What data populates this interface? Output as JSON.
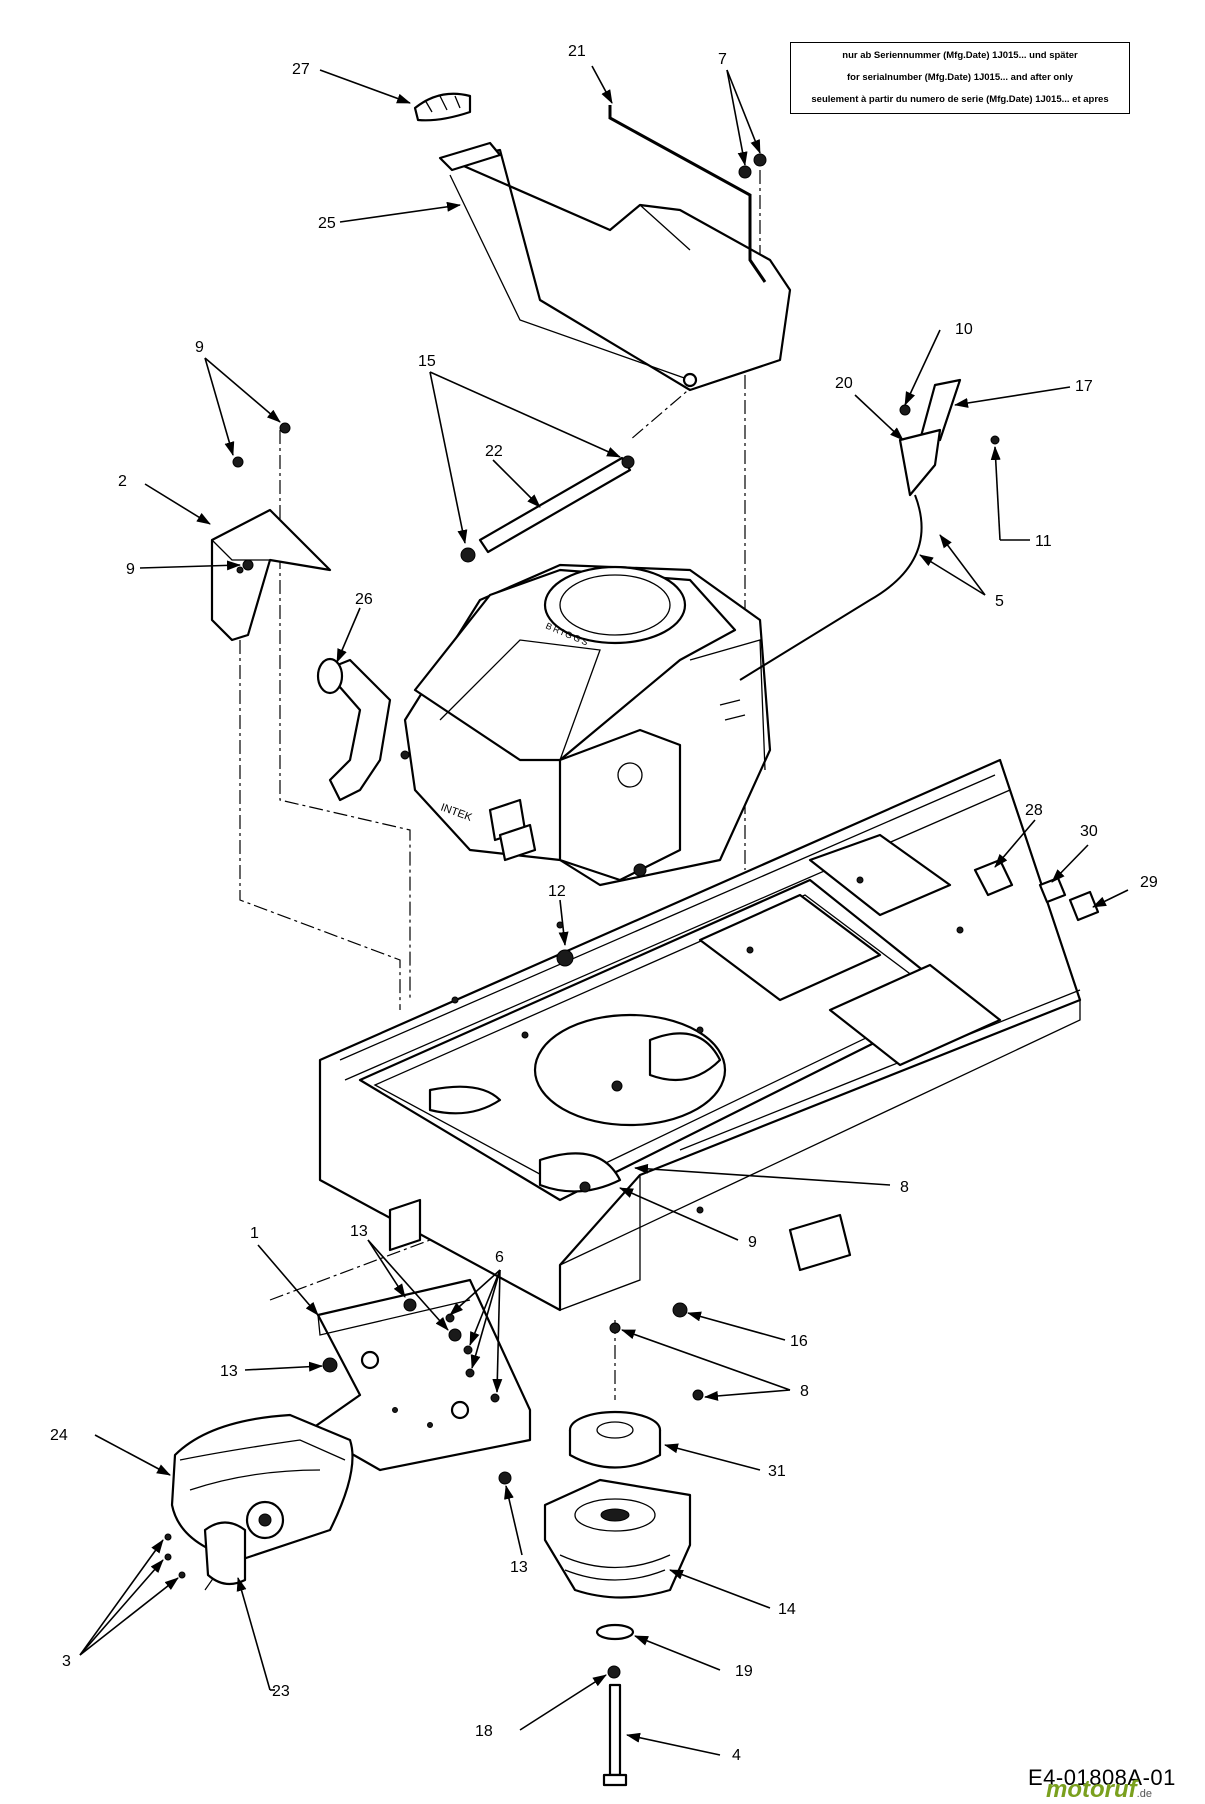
{
  "note_lines": [
    "nur ab Seriennummer (Mfg.Date) 1J015... und später",
    "for serialnumber (Mfg.Date) 1J015... and after only",
    "seulement à partir du numero de serie (Mfg.Date) 1J015... et apres"
  ],
  "engine_brand_text": "BRIGGS",
  "engine_model_text": "INTEK",
  "diagram_code": "E4-01808A-01",
  "watermark": {
    "text": "motoruf",
    "suffix": ".de",
    "color": "#7aa01e"
  },
  "labels": {
    "l27": "27",
    "l25": "25",
    "l21": "21",
    "l7": "7",
    "l9a": "9",
    "l15": "15",
    "l22": "22",
    "l2": "2",
    "l9b": "9",
    "l26": "26",
    "l10": "10",
    "l20": "20",
    "l17": "17",
    "l11": "11",
    "l5": "5",
    "l28": "28",
    "l30": "30",
    "l29": "29",
    "l12": "12",
    "l8a": "8",
    "l9c": "9",
    "l1": "1",
    "l13a": "13",
    "l6": "6",
    "l13b": "13",
    "l16": "16",
    "l8b": "8",
    "l24": "24",
    "l31": "31",
    "l13c": "13",
    "l14": "14",
    "l3": "3",
    "l23": "23",
    "l19": "19",
    "l18": "18",
    "l4": "4"
  }
}
